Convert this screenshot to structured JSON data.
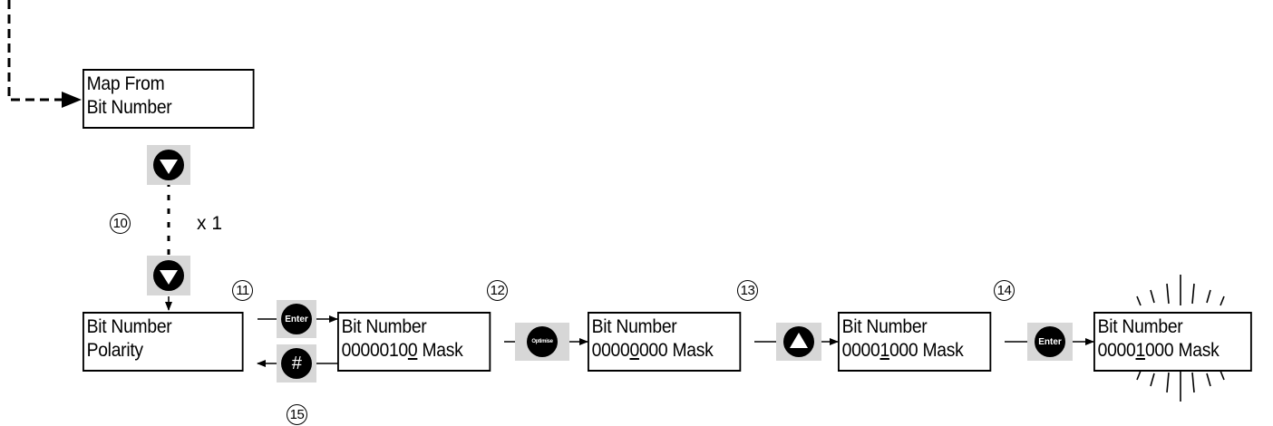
{
  "screens": {
    "map_from": {
      "line1": "Map From",
      "line2": "Bit Number"
    },
    "polarity": {
      "line1": "Bit Number",
      "line2": "Polarity"
    },
    "mask_step12": {
      "line1": "Bit Number",
      "line2_pre": "0000010",
      "line2_ul": "0",
      "line2_post": " Mask"
    },
    "mask_step13": {
      "line1": "Bit Number",
      "line2_pre": "0000",
      "line2_ul": "0",
      "line2_post": "000 Mask"
    },
    "mask_step14": {
      "line1": "Bit Number",
      "line2_pre": "0000",
      "line2_ul": "1",
      "line2_post": "000 Mask"
    },
    "mask_final": {
      "line1": "Bit Number",
      "line2_pre": "0000",
      "line2_ul": "1",
      "line2_post": "000 Mask"
    }
  },
  "buttons": {
    "enter_label": "Enter",
    "optimise_label": "Optimise",
    "hash_label": "#"
  },
  "steps": {
    "s10": "10",
    "s11": "11",
    "s12": "12",
    "s13": "13",
    "s14": "14",
    "s15": "15"
  },
  "repeat_label": "x 1"
}
